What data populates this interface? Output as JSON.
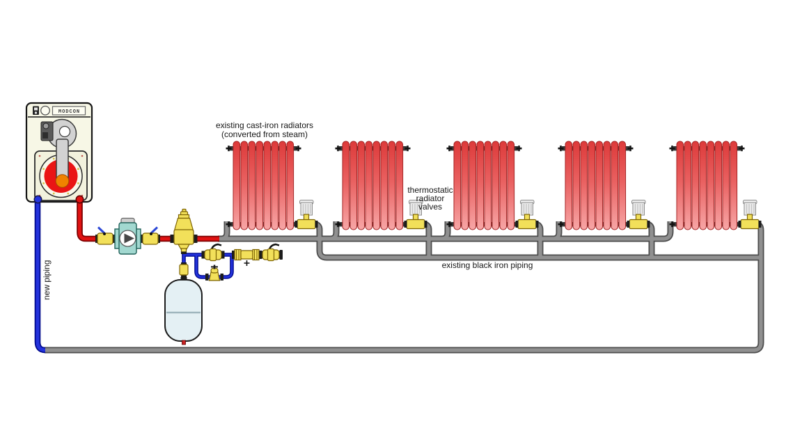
{
  "diagram": {
    "type": "hydronic-heating-piping-diagram",
    "boiler_brand": "MODCON",
    "labels": {
      "radiators_line1": "existing cast-iron radiators",
      "radiators_line2": "(converted from steam)",
      "trv_line1": "thermostatic",
      "trv_line2": "radiator",
      "trv_line3": "valves",
      "existing_piping": "existing black iron piping",
      "new_piping": "new piping"
    },
    "counts": {
      "radiators": 5,
      "sections_per_radiator": 8,
      "thermostatic_valves": 5
    },
    "components": [
      "mod-con boiler",
      "circulator pump with flanged isolation valves",
      "air separator",
      "expansion tank",
      "fill pressure-reducing valve with bypass loop",
      "backflow preventer",
      "ball valves",
      "cast-iron radiators",
      "thermostatic radiator valves"
    ],
    "colors": {
      "new_supply_pipe": "#e01212",
      "new_return_pipe": "#2433dd",
      "existing_pipe": "#909090",
      "radiator_top": "#dd3a3a",
      "radiator_bottom": "#f7a6a6",
      "brass": "#f2e05a",
      "pump_body": "#a2d8d0",
      "boiler_body": "#f7f7e6",
      "flame": "#ea1515",
      "background": "#ffffff"
    }
  }
}
